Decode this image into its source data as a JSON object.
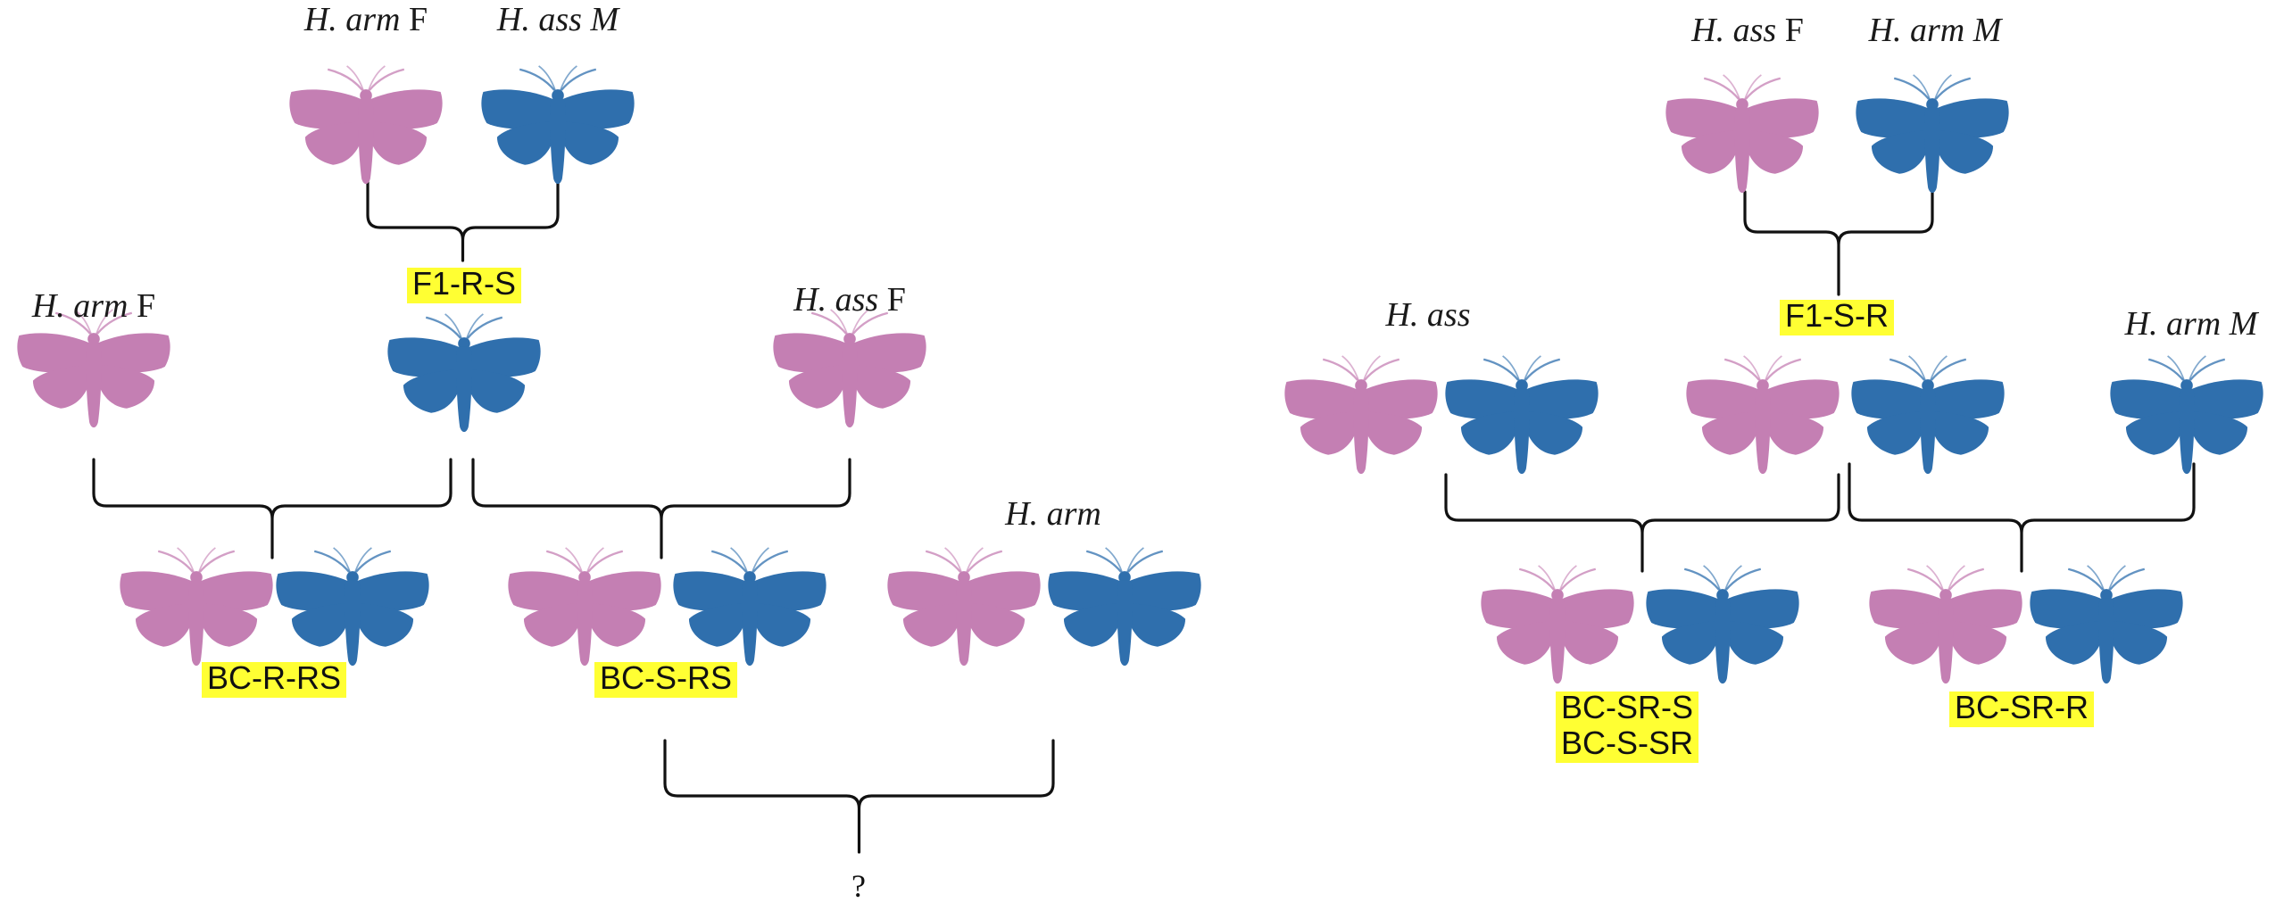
{
  "colors": {
    "female": "#c47fb3",
    "male": "#2f6fad",
    "highlight": "#ffff33",
    "line": "#111111"
  },
  "icon": "moth-icon",
  "left_scheme": {
    "parent_labels": [
      {
        "species": "H. arm",
        "sex": "F"
      },
      {
        "species": "H. ass",
        "sex": "M"
      },
      {
        "species": "H. arm",
        "sex": "F"
      },
      {
        "species": "H. ass",
        "sex": "F"
      },
      {
        "species": "H. arm",
        "sex": ""
      }
    ],
    "f1_tag": "F1-R-S",
    "bc_tags": [
      "BC-R-RS",
      "BC-S-RS"
    ],
    "unknown": "?"
  },
  "right_scheme": {
    "parent_labels": [
      {
        "species": "H. ass",
        "sex": "F"
      },
      {
        "species": "H. arm",
        "sex": "M"
      },
      {
        "species": "H. ass",
        "sex": ""
      },
      {
        "species": "H. arm",
        "sex": "M"
      }
    ],
    "f1_tag": "F1-S-R",
    "bc_tags": [
      {
        "lines": [
          "BC-SR-S",
          "BC-S-SR"
        ]
      },
      {
        "lines": [
          "BC-SR-R"
        ]
      }
    ]
  }
}
